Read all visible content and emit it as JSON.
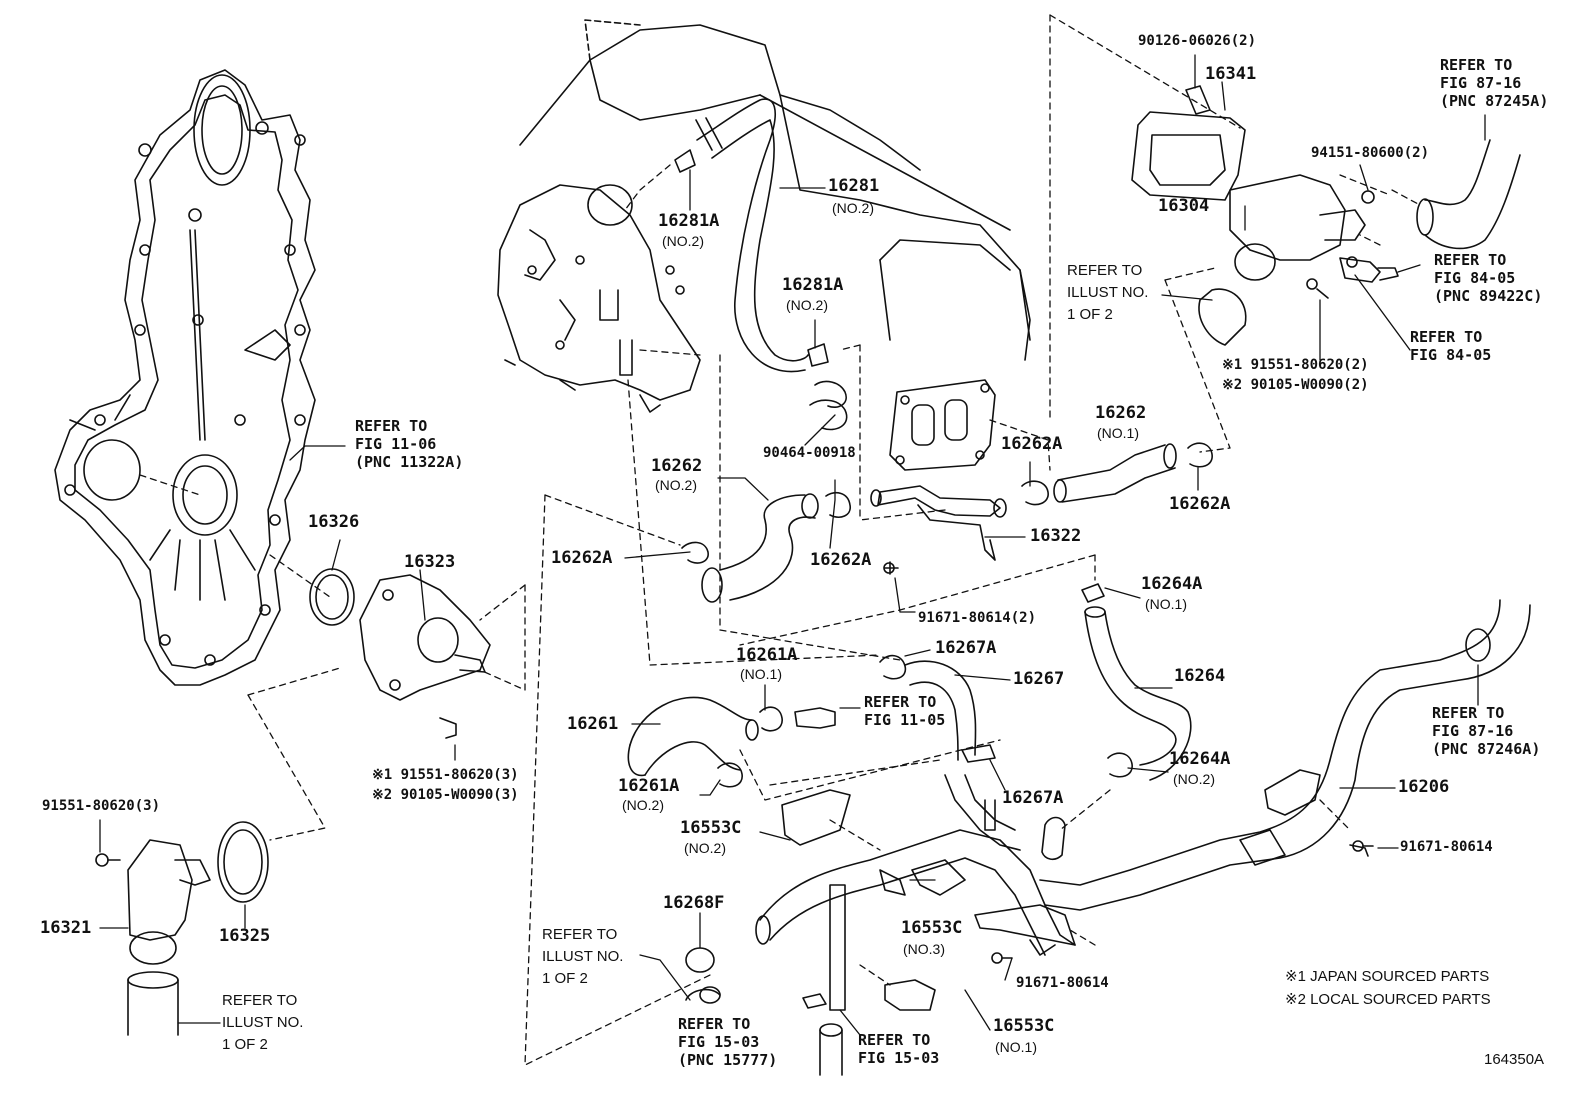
{
  "labels": {
    "p16281": "16281",
    "p16281_no": "(NO.2)",
    "p16281A_a": "16281A",
    "p16281A_a_no": "(NO.2)",
    "p16281A_b": "16281A",
    "p16281A_b_no": "(NO.2)",
    "p90464": "90464-00918",
    "p16262_a": "16262",
    "p16262_a_no": "(NO.2)",
    "p16262_b": "16262",
    "p16262_b_no": "(NO.1)",
    "p16262A_1": "16262A",
    "p16262A_2": "16262A",
    "p16262A_3": "16262A",
    "p16262A_4": "16262A",
    "p16322": "16322",
    "p91671_2": "91671-80614(2)",
    "p16326": "16326",
    "p16323": "16323",
    "p16264A_a": "16264A",
    "p16264A_a_no": "(NO.1)",
    "p16264A_b": "16264A",
    "p16264A_b_no": "(NO.2)",
    "p16267A_a": "16267A",
    "p16267": "16267",
    "p16267A_b": "16267A",
    "p16264": "16264",
    "p16261A_a": "16261A",
    "p16261A_a_no": "(NO.1)",
    "p16261": "16261",
    "p16261A_b": "16261A",
    "p16261A_b_no": "(NO.2)",
    "p16553C_a": "16553C",
    "p16553C_a_no": "(NO.2)",
    "p16553C_b": "16553C",
    "p16553C_b_no": "(NO.3)",
    "p16553C_c": "16553C",
    "p16553C_c_no": "(NO.1)",
    "p16268F": "16268F",
    "p91671_a": "91671-80614",
    "p91671_b": "91671-80614",
    "p16206": "16206",
    "p16341": "16341",
    "p16304": "16304",
    "p90126": "90126-06026(2)",
    "p94151": "94151-80600(2)",
    "p91551_3": "91551-80620(3)",
    "p16321": "16321",
    "p16325": "16325",
    "j1_a": "※1 91551-80620(3)",
    "j2_a": "※2 90105-W0090(3)",
    "j1_b": "※1 91551-80620(2)",
    "j2_b": "※2 90105-W0090(2)"
  },
  "refs": {
    "r_1106": [
      "REFER TO",
      "FIG 11-06",
      "(PNC 11322A)"
    ],
    "r_8716a": [
      "REFER TO",
      "FIG 87-16",
      "(PNC 87245A)"
    ],
    "r_8405a": [
      "REFER TO",
      "FIG 84-05",
      "(PNC 89422C)"
    ],
    "r_8405b": [
      "REFER TO",
      "FIG 84-05"
    ],
    "r_1105": [
      "REFER TO",
      "FIG 11-05"
    ],
    "r_8716b": [
      "REFER TO",
      "FIG 87-16",
      "(PNC 87246A)"
    ],
    "r_1503a": [
      "REFER TO",
      "FIG 15-03",
      "(PNC 15777)"
    ],
    "r_1503b": [
      "REFER TO",
      "FIG 15-03"
    ]
  },
  "illust_refs": {
    "i_a": [
      "REFER TO",
      "ILLUST NO.",
      "1 OF 2"
    ],
    "i_b": [
      "REFER TO",
      "ILLUST NO.",
      "1 OF 2"
    ],
    "i_c": [
      "REFER TO",
      "ILLUST NO.",
      "1 OF 2"
    ]
  },
  "notes": {
    "n1": "※1 JAPAN SOURCED PARTS",
    "n2": "※2 LOCAL SOURCED PARTS"
  },
  "figure_id": "164350A"
}
